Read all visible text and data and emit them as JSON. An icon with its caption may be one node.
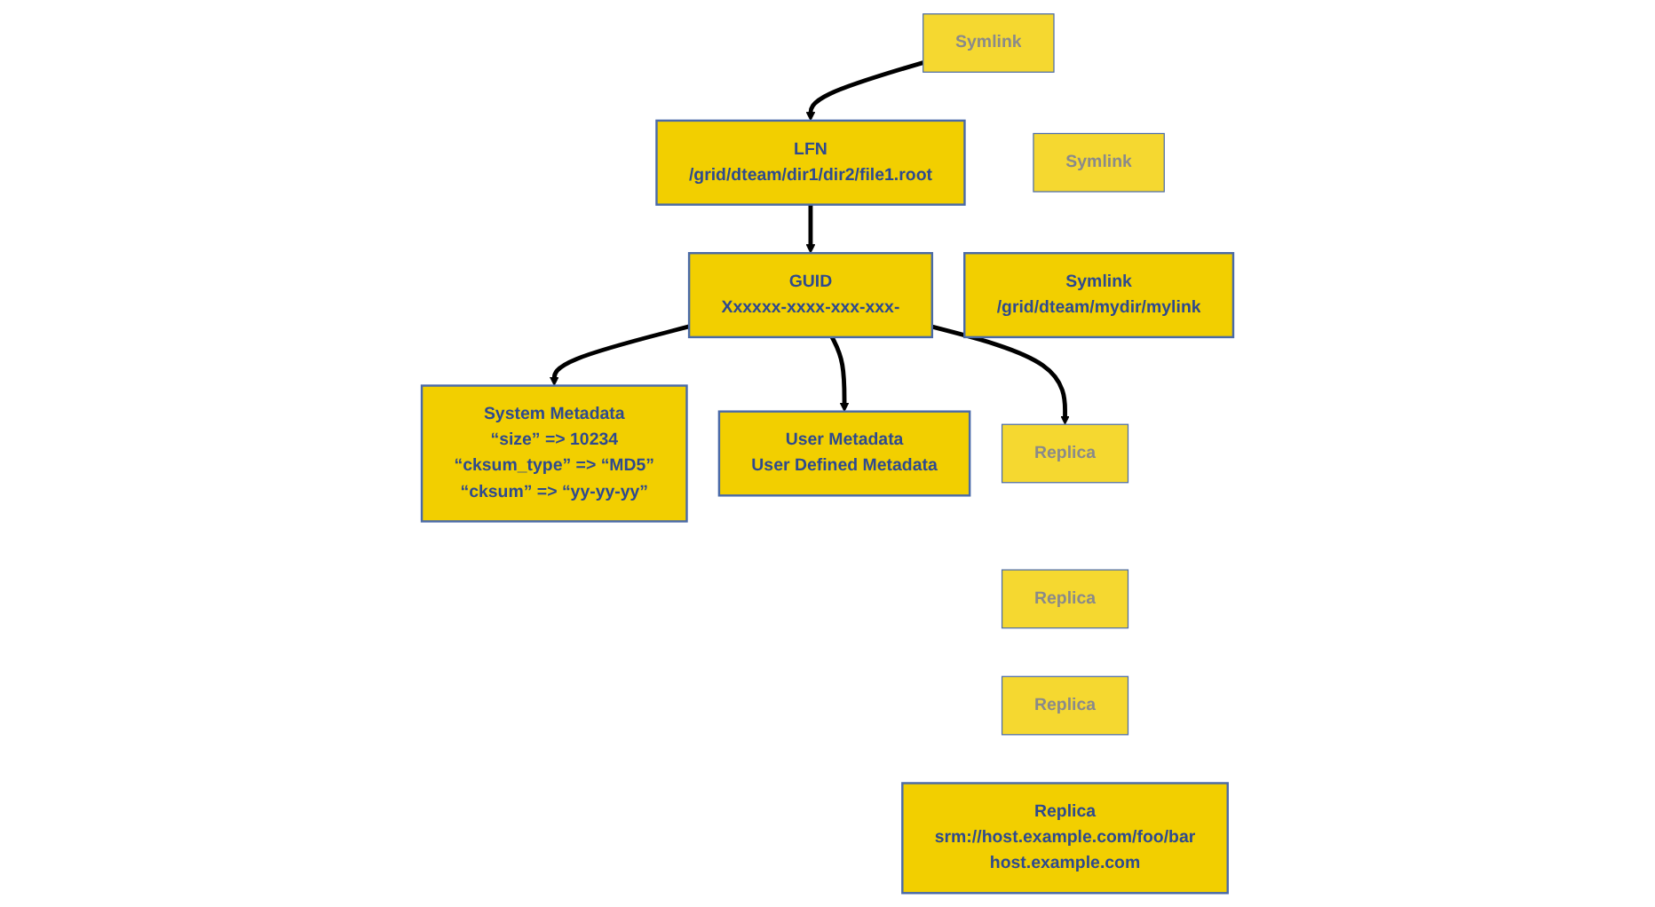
{
  "diagram": {
    "nodes": [
      {
        "text": [
          "System Metadata",
          "“size” => 10234",
          "“cksum_type” => “MD5”",
          "“cksum” => “yy-yy-yy”"
        ]
      },
      {
        "text": [
          "LFN",
          "/grid/dteam/dir1/dir2/file1.root"
        ]
      },
      {
        "text": [
          "GUID",
          "Xxxxxx-xxxx-xxx-xxx-"
        ]
      },
      {
        "text": [
          "Symlink"
        ]
      },
      {
        "text": [
          "Symlink"
        ]
      },
      {
        "text": [
          "Symlink",
          "/grid/dteam/mydir/mylink"
        ]
      },
      {
        "text": [
          "User Metadata",
          "User Defined Metadata"
        ]
      },
      {
        "text": [
          "Replica"
        ]
      },
      {
        "text": [
          "Replica"
        ]
      },
      {
        "text": [
          "Replica"
        ]
      },
      {
        "text": [
          "Replica",
          "srm://host.example.com/foo/bar",
          "host.example.com"
        ]
      }
    ],
    "edges": [
      {
        "from": 1,
        "to": 2,
        "arrow": "to"
      },
      {
        "from": 2,
        "to": 0,
        "arrow": "to"
      },
      {
        "from": 3,
        "to": 1,
        "arrow": "to"
      },
      {
        "from": 2,
        "to": 6,
        "arrow": "to"
      },
      {
        "from": 2,
        "to": 7,
        "arrow": "to"
      }
    ]
  }
}
